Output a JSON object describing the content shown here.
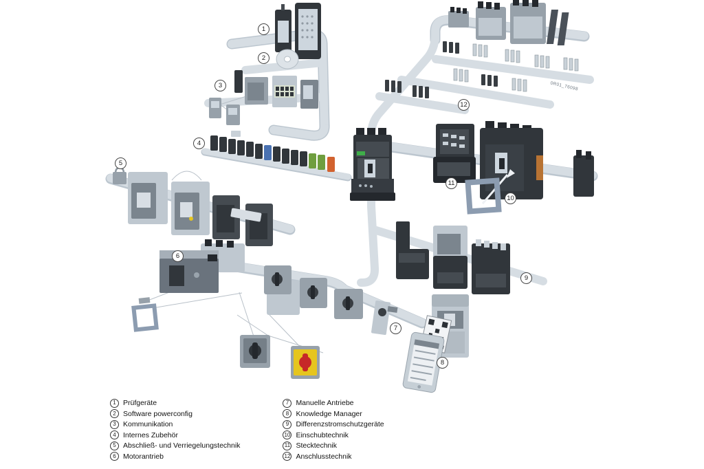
{
  "legend": {
    "left": [
      {
        "num": "1",
        "label": "Prüfgeräte"
      },
      {
        "num": "2",
        "label": "Software powerconfig"
      },
      {
        "num": "3",
        "label": "Kommunikation"
      },
      {
        "num": "4",
        "label": "Internes Zubehör"
      },
      {
        "num": "5",
        "label": "Abschließ- und Verriegelungstechnik"
      },
      {
        "num": "6",
        "label": "Motorantrieb"
      }
    ],
    "right": [
      {
        "num": "7",
        "label": "Manuelle Antriebe"
      },
      {
        "num": "8",
        "label": "Knowledge Manager"
      },
      {
        "num": "9",
        "label": "Differenzstromschutzgeräte"
      },
      {
        "num": "10",
        "label": "Einschubtechnik"
      },
      {
        "num": "11",
        "label": "Stecktechnik"
      },
      {
        "num": "12",
        "label": "Anschlusstechnik"
      }
    ]
  },
  "callouts": [
    {
      "num": "1"
    },
    {
      "num": "2"
    },
    {
      "num": "3"
    },
    {
      "num": "4"
    },
    {
      "num": "5"
    },
    {
      "num": "6"
    },
    {
      "num": "7"
    },
    {
      "num": "8"
    },
    {
      "num": "9"
    },
    {
      "num": "10"
    },
    {
      "num": "11"
    },
    {
      "num": "12"
    }
  ],
  "watermark": "0R01_76098",
  "colors": {
    "rail": "#d6dde3",
    "device_dark": "#31363b",
    "device_light": "#bfc8d0",
    "accent_green": "#3fae49",
    "accessory_blue": "#4a72b2",
    "accessory_green": "#6f9e3f",
    "accessory_orange": "#d2622f",
    "emergency_red": "#c62828",
    "emergency_yellow": "#e6c51e"
  }
}
